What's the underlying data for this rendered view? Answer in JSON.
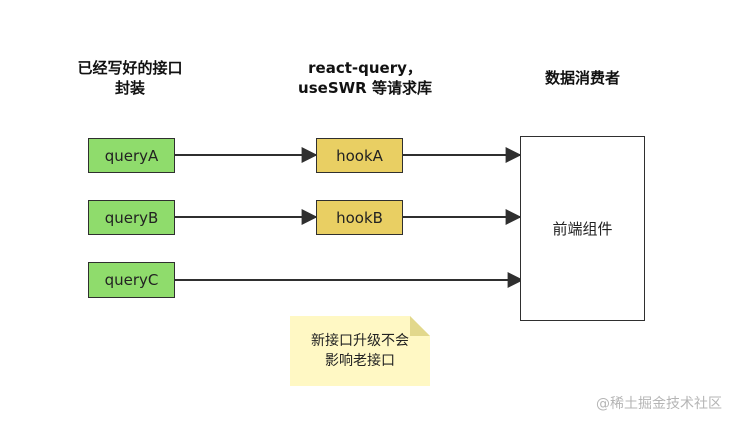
{
  "headings": {
    "col1": [
      "已经写好的接口",
      "封装"
    ],
    "col2": [
      "react-query，",
      "useSWR 等请求库"
    ],
    "col3": "数据消费者"
  },
  "queries": [
    "queryA",
    "queryB",
    "queryC"
  ],
  "hooks": [
    "hookA",
    "hookB"
  ],
  "consumer": "前端组件",
  "note": [
    "新接口升级不会",
    "影响老接口"
  ],
  "watermark": "@稀土掘金技术社区",
  "colors": {
    "query_fill": "#8fdc6c",
    "hook_fill": "#e9cf63",
    "note_fill": "#fff8c4",
    "stroke": "#2f2f2f"
  }
}
